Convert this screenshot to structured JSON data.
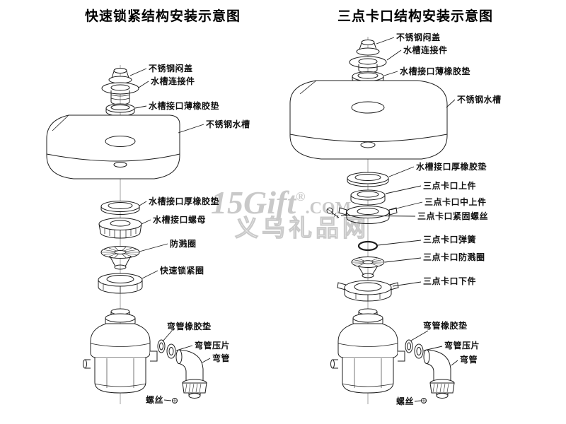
{
  "watermark": {
    "brand": "15Gift",
    "reg": "®",
    "dotcom": ".COM",
    "cn": "义乌礼品网",
    "color": "#c9c9c9"
  },
  "left": {
    "title": "快速锁紧结构安装示意图",
    "labels": {
      "cover": "不锈钢闷盖",
      "connector": "水槽连接件",
      "thin_gasket": "水槽接口薄橡胶垫",
      "sink": "不锈钢水槽",
      "thick_gasket": "水槽接口厚橡胶垫",
      "nut": "水槽接口螺母",
      "splash_ring": "防溅圈",
      "lock_ring": "快速锁紧圈",
      "elbow_gasket": "弯管橡胶垫",
      "elbow_clamp": "弯管压片",
      "elbow": "弯管",
      "screw": "螺丝"
    }
  },
  "right": {
    "title": "三点卡口结构安装示意图",
    "labels": {
      "cover": "不锈钢闷盖",
      "connector": "水槽连接件",
      "thin_gasket": "水槽接口薄橡胶垫",
      "sink": "不锈钢水槽",
      "thick_gasket": "水槽接口厚橡胶垫",
      "upper": "三点卡口上件",
      "mid_upper": "三点卡口中上件",
      "fastening_screw": "三点卡口紧固螺丝",
      "spring": "三点卡口弹簧",
      "splash_ring": "三点卡口防溅圈",
      "lower": "三点卡口下件",
      "elbow_gasket": "弯管橡胶垫",
      "elbow_clamp": "弯管压片",
      "elbow": "弯管",
      "screw": "螺丝"
    }
  }
}
